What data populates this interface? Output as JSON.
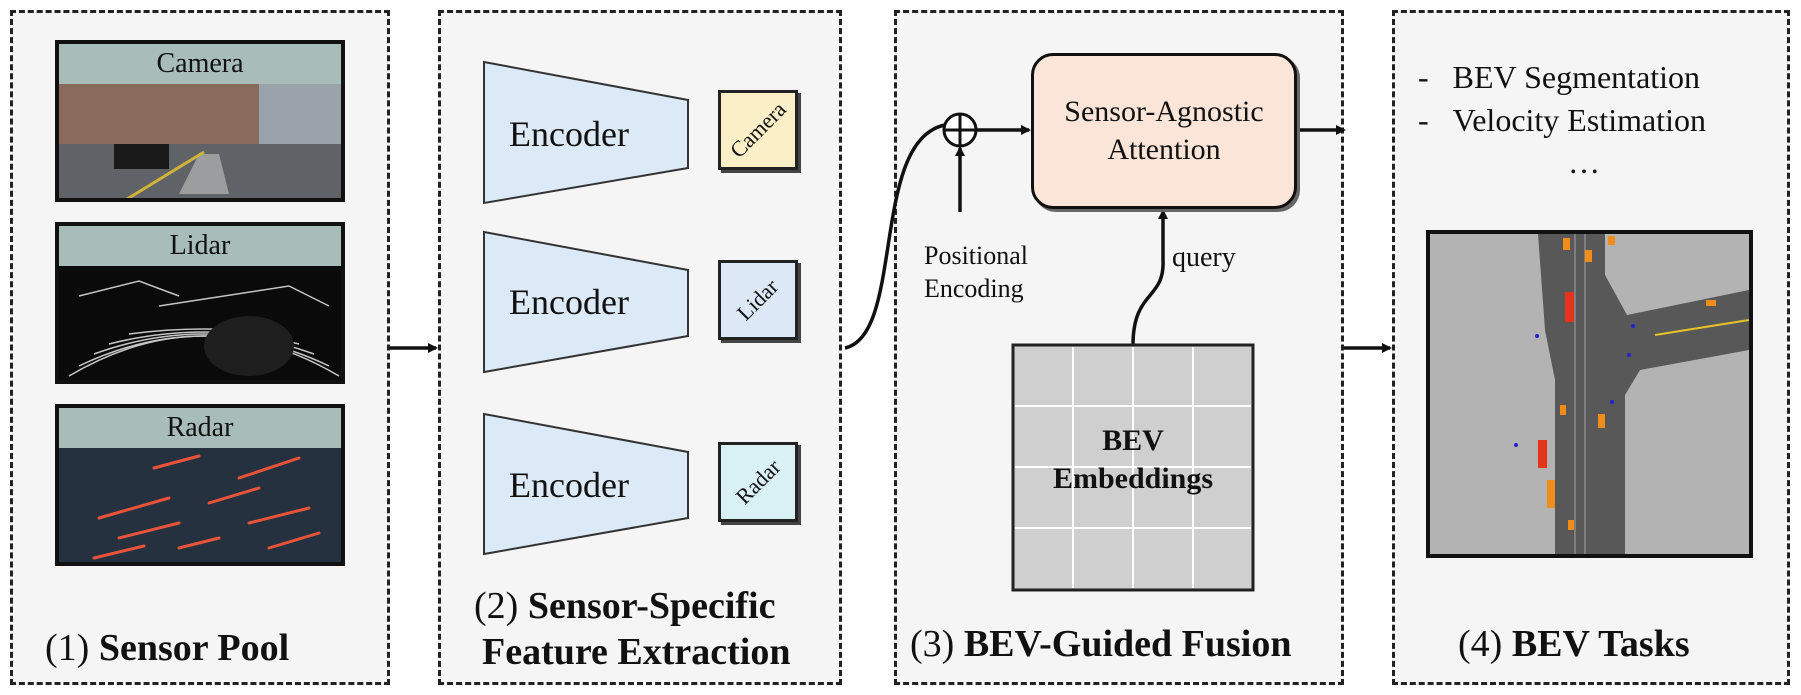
{
  "panels": {
    "sensor_pool": {
      "number": "(1)",
      "title": "Sensor Pool"
    },
    "feature_extraction": {
      "number": "(2)",
      "title_line1": "Sensor-Specific",
      "title_line2": "Feature Extraction"
    },
    "fusion": {
      "number": "(3)",
      "title": "BEV-Guided Fusion"
    },
    "tasks": {
      "number": "(4)",
      "title": "BEV Tasks"
    }
  },
  "sensors": [
    {
      "name": "Camera",
      "color": "#6a6e73"
    },
    {
      "name": "Lidar",
      "color": "#0a0a0a"
    },
    {
      "name": "Radar",
      "color": "#25313f"
    }
  ],
  "encoders": [
    {
      "label": "Encoder",
      "feature": "Camera",
      "feature_color": "#fbefc8"
    },
    {
      "label": "Encoder",
      "feature": "Lidar",
      "feature_color": "#dce8f5"
    },
    {
      "label": "Encoder",
      "feature": "Radar",
      "feature_color": "#d9f1f5"
    }
  ],
  "fusion": {
    "attention_line1": "Sensor-Agnostic",
    "attention_line2": "Attention",
    "positional_line1": "Positional",
    "positional_line2": "Encoding",
    "query_label": "query",
    "bev_line1": "BEV",
    "bev_line2": "Embeddings"
  },
  "task_list": [
    "BEV Segmentation",
    "Velocity Estimation"
  ],
  "task_more": "…",
  "colors": {
    "encoder_fill": "#dce9f6",
    "attention_fill": "#fbe5d8",
    "grid_fill": "#cfcfcf",
    "map_background": "#b3b3b3",
    "road": "#585858",
    "vehicle_orange": "#f08c1a",
    "vehicle_red": "#e8331c",
    "pedestrian": "#1d24c8",
    "lane_marking": "#e6c229"
  }
}
